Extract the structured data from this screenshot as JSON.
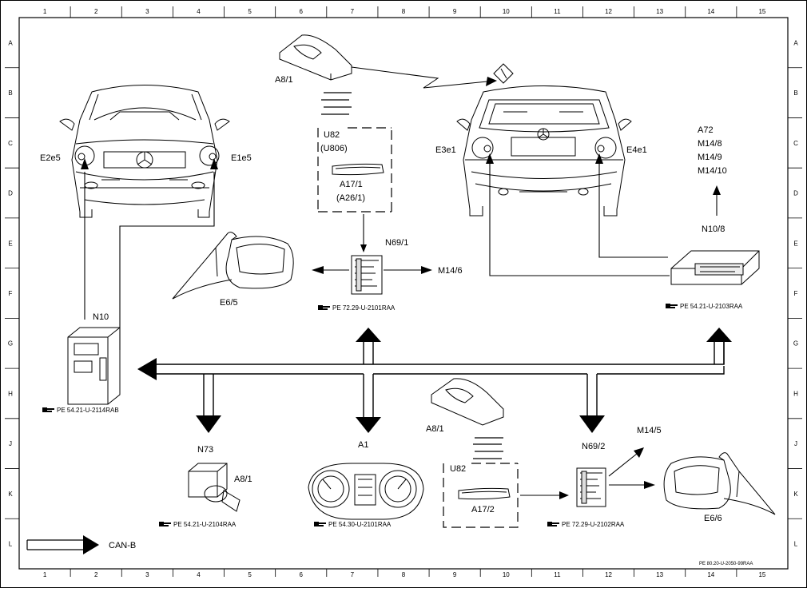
{
  "grid": {
    "columns": [
      "1",
      "2",
      "3",
      "4",
      "5",
      "6",
      "7",
      "8",
      "9",
      "10",
      "11",
      "12",
      "13",
      "14",
      "15"
    ],
    "rows": [
      "A",
      "B",
      "C",
      "D",
      "E",
      "F",
      "G",
      "H",
      "J",
      "K",
      "L"
    ]
  },
  "labels": {
    "a8_1_top": "A8/1",
    "u82_top": "U82",
    "u806": "(U806)",
    "a17_1": "A17/1",
    "a26_1": "(A26/1)",
    "e2e5": "E2e5",
    "e1e5": "E1e5",
    "e3e1": "E3e1",
    "e4e1": "E4e1",
    "a72": "A72",
    "m14_8": "M14/8",
    "m14_9": "M14/9",
    "m14_10": "M14/10",
    "n10_8": "N10/8",
    "n69_1": "N69/1",
    "m14_6": "M14/6",
    "e6_5": "E6/5",
    "n10": "N10",
    "n73": "N73",
    "a8_1_switch": "A8/1",
    "a1": "A1",
    "a8_1_bottom": "A8/1",
    "u82_bottom": "U82",
    "a17_2": "A17/2",
    "n69_2": "N69/2",
    "m14_5": "M14/5",
    "e6_6": "E6/6",
    "can_b": "CAN-B"
  },
  "refs": {
    "n69_1": "PE 72.29-U-2101RAA",
    "n10_8": "PE 54.21-U-2103RAA",
    "n10": "PE 54.21-U-2114RAB",
    "n73": "PE 54.21-U-2104RAA",
    "a1": "PE 54.30-U-2101RAA",
    "n69_2": "PE 72.29-U-2102RAA"
  },
  "footer": {
    "code": "PE 80.20-U-2050-99RAA"
  },
  "colors": {
    "line": "#000000",
    "background": "#ffffff"
  }
}
